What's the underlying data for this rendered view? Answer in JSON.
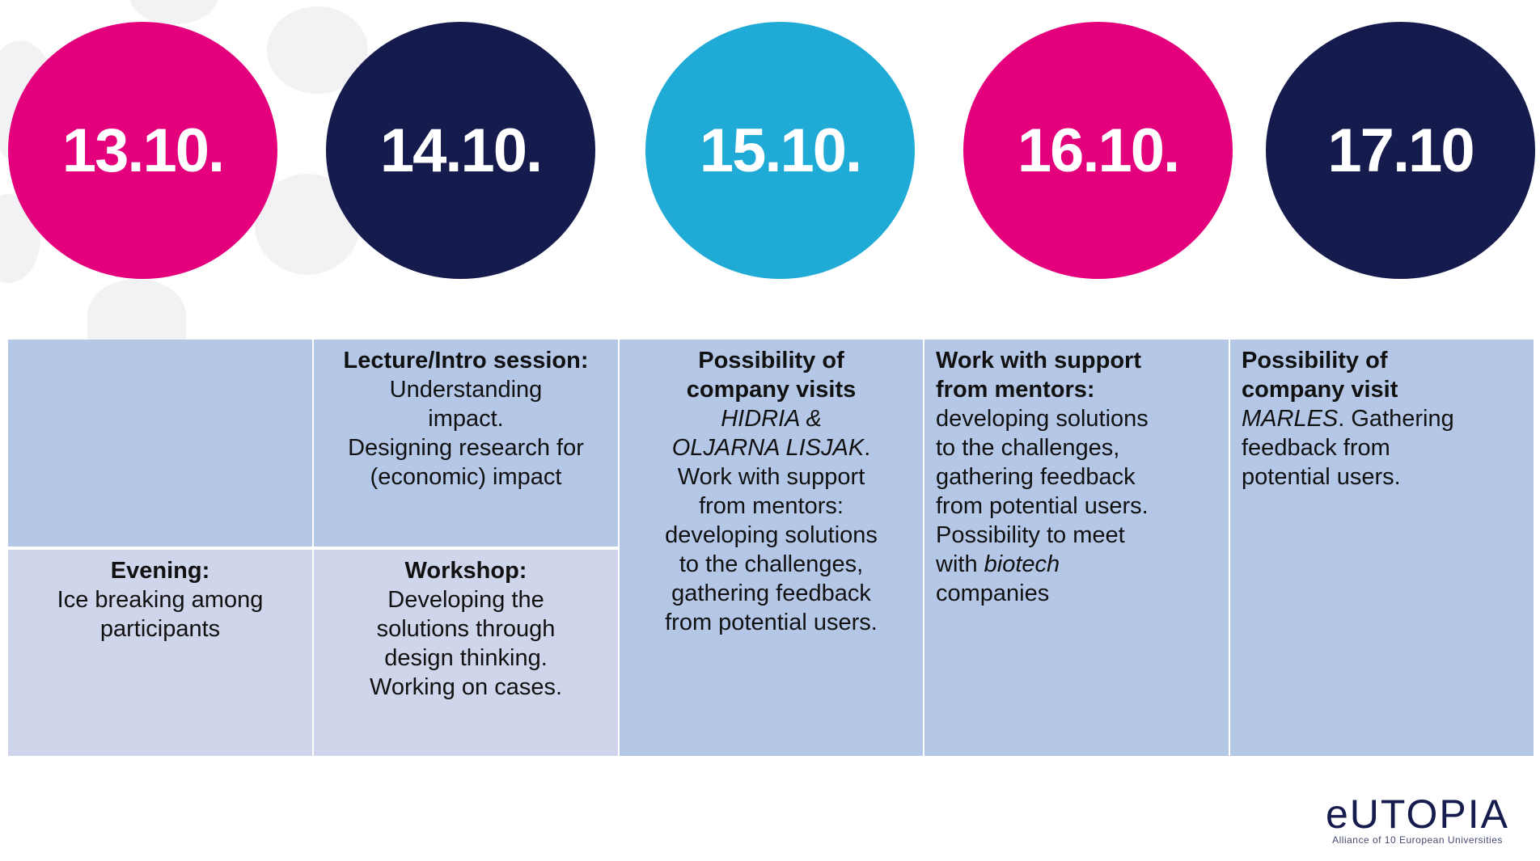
{
  "dates": [
    {
      "label": "13.10.",
      "color": "#e4007c"
    },
    {
      "label": "14.10.",
      "color": "#161b4e"
    },
    {
      "label": "15.10.",
      "color": "#1fabd6"
    },
    {
      "label": "16.10.",
      "color": "#e4007c"
    },
    {
      "label": "17.10",
      "color": "#161b4e"
    }
  ],
  "day1": {
    "evening_title": "Evening:",
    "evening_body": [
      "Ice breaking among",
      "participants"
    ]
  },
  "day2": {
    "lecture_title": "Lecture/Intro session:",
    "lecture_body": [
      "Understanding",
      "impact.",
      "Designing research for",
      "(economic) impact"
    ],
    "workshop_title": "Workshop:",
    "workshop_body": [
      "Developing the",
      "solutions through",
      "design thinking.",
      "Working on cases."
    ]
  },
  "day3": {
    "title": [
      "Possibility of",
      "company visits"
    ],
    "companies": [
      "HIDRIA &",
      "OLJARNA LISJAK"
    ],
    "companies_end": ".",
    "body": [
      "Work with support",
      "from mentors:",
      "developing solutions",
      "to the challenges,",
      "gathering feedback",
      "from potential users."
    ]
  },
  "day4": {
    "title": [
      "Work with support",
      "from mentors:"
    ],
    "body": [
      "developing solutions",
      "to the challenges,",
      "gathering feedback",
      "from potential users.",
      "Possibility to meet"
    ],
    "with": "with ",
    "biotech": "biotech",
    "last": "companies"
  },
  "day5": {
    "title": [
      "Possibility of",
      "company visit"
    ],
    "company": "MARLES",
    "body_first": ". Gathering",
    "body": [
      "feedback from",
      "potential users."
    ]
  },
  "logo": {
    "name": "eUTOPIA",
    "tagline": "Alliance of 10 European Universities"
  }
}
